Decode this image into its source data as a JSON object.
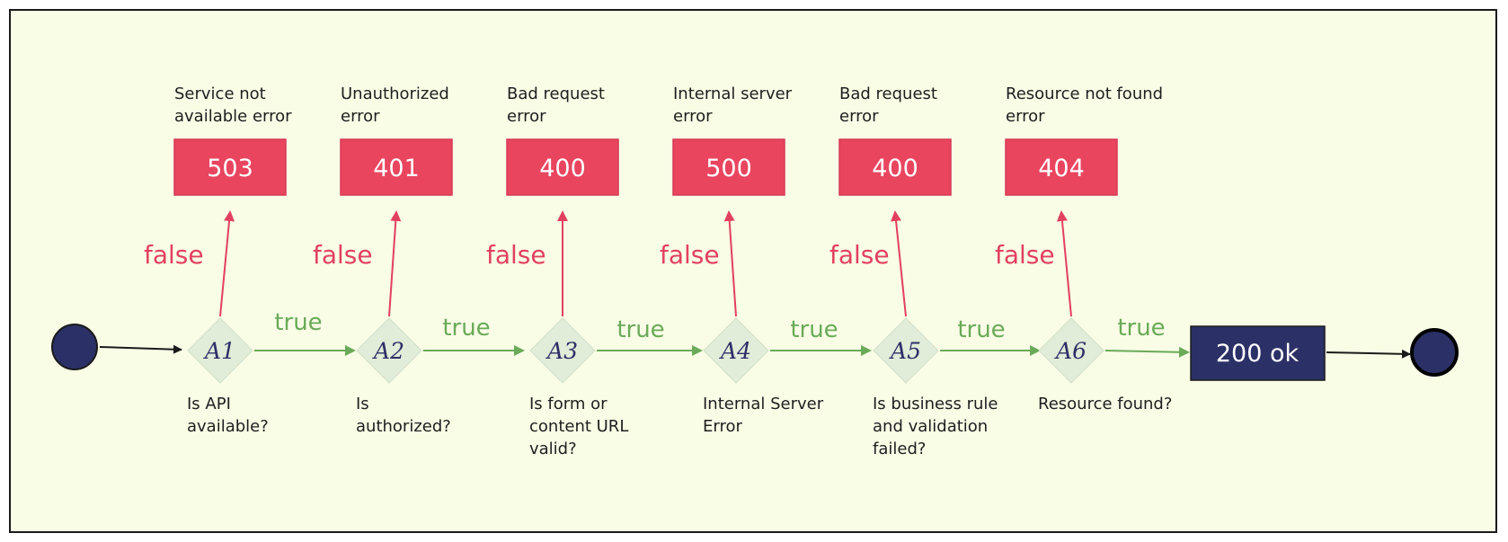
{
  "steps": [
    {
      "id": "A1",
      "question": [
        "Is API",
        "available?"
      ],
      "code": "503",
      "error": [
        "Service not",
        "available error"
      ]
    },
    {
      "id": "A2",
      "question": [
        "Is",
        "authorized?"
      ],
      "code": "401",
      "error": [
        "Unauthorized",
        "error"
      ]
    },
    {
      "id": "A3",
      "question": [
        "Is form or",
        "content URL",
        "valid?"
      ],
      "code": "400",
      "error": [
        "Bad request",
        "error"
      ]
    },
    {
      "id": "A4",
      "question": [
        "Internal Server",
        "Error"
      ],
      "code": "500",
      "error": [
        "Internal server",
        "error"
      ]
    },
    {
      "id": "A5",
      "question": [
        "Is business rule",
        "and validation",
        "failed?"
      ],
      "code": "400",
      "error": [
        "Bad request",
        "error"
      ]
    },
    {
      "id": "A6",
      "question": [
        "Resource found?"
      ],
      "code": "404",
      "error": [
        "Resource not found",
        "error"
      ]
    }
  ],
  "labels": {
    "false": "false",
    "true": "true"
  },
  "success": {
    "label": "200 ok"
  },
  "colors": {
    "background": "#f9fde6",
    "error_box": "#e9455f",
    "false_arrow": "#e2405f",
    "true_arrow": "#6aaa58",
    "diamond": "#e1ecd9",
    "navy": "#2b3166",
    "black": "#1a1a1a"
  }
}
